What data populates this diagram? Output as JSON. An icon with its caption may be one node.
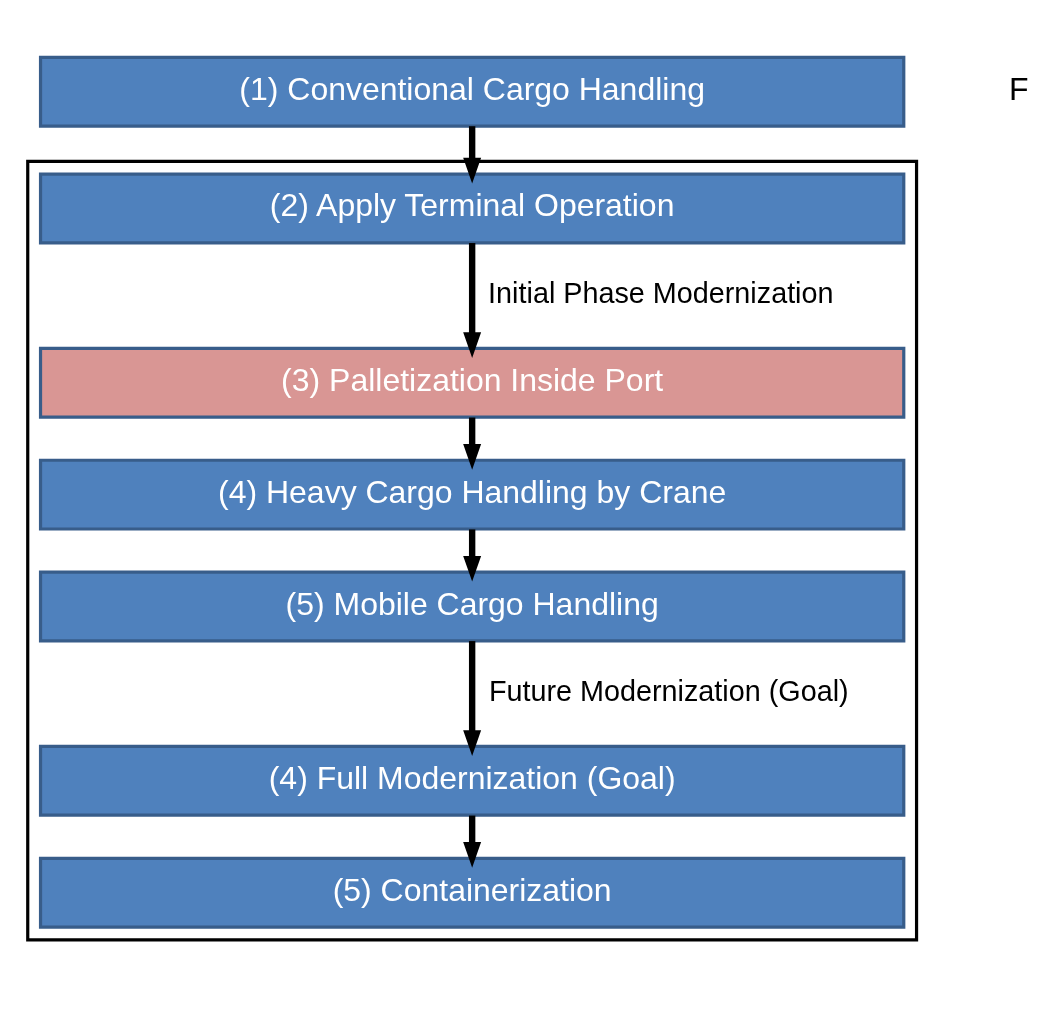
{
  "diagram": {
    "nodes": [
      {
        "text": [
          "(1) Conventional Cargo Handling"
        ]
      },
      {
        "text": [],
        "shape": "box"
      },
      {
        "text": [
          "(2) Apply Terminal Operation"
        ],
        "in": 1
      },
      {
        "text": [
          "(3) Palletization Inside Port"
        ],
        "in": 1
      },
      {
        "text": [
          "(4) Heavy Cargo Handling by Crane"
        ],
        "in": 1
      },
      {
        "text": [
          "(5) Mobile Cargo Handling"
        ],
        "in": 1
      },
      {
        "text": [
          "(4) Full Modernization (Goal)"
        ],
        "in": 1
      },
      {
        "text": [
          "(5) Containerization"
        ],
        "in": 1
      }
    ],
    "edges": [
      {
        "from": 0,
        "to": 2,
        "arrow": "to"
      },
      {
        "from": 2,
        "to": 3,
        "arrow": "to",
        "label": "Initial Phase Modernization"
      },
      {
        "from": 3,
        "to": 4,
        "arrow": "to"
      },
      {
        "from": 4,
        "to": 5,
        "arrow": "to"
      },
      {
        "from": 5,
        "to": 6,
        "arrow": "to",
        "label": "Future Modernization (Goal)"
      },
      {
        "from": 6,
        "to": 7,
        "arrow": "to"
      }
    ],
    "labels": [
      "F"
    ]
  }
}
